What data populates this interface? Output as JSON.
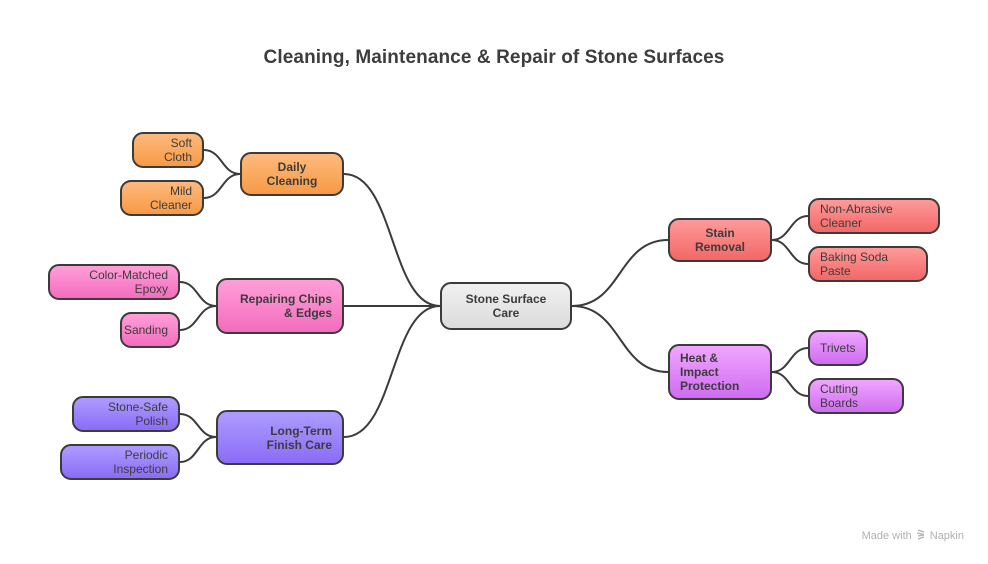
{
  "title": "Cleaning, Maintenance & Repair of Stone Surfaces",
  "root": {
    "label": "Stone Surface Care",
    "color": "#e4e4e4"
  },
  "branches": [
    {
      "label": "Daily Cleaning",
      "color": "#f9a55a",
      "children": [
        "Soft Cloth",
        "Mild Cleaner"
      ]
    },
    {
      "label": "Repairing Chips & Edges",
      "color": "#f785c9",
      "children": [
        "Color-Matched Epoxy",
        "Sanding"
      ]
    },
    {
      "label": "Long-Term Finish Care",
      "color": "#9a82fa",
      "children": [
        "Stone-Safe Polish",
        "Periodic Inspection"
      ]
    },
    {
      "label": "Stain Removal",
      "color": "#f77d7d",
      "children": [
        "Non-Abrasive Cleaner",
        "Baking Soda Paste"
      ]
    },
    {
      "label": "Heat & Impact Protection",
      "color": "#df88f7",
      "children": [
        "Trivets",
        "Cutting Boards"
      ]
    }
  ],
  "footer": {
    "made_with": "Made with",
    "brand": "Napkin",
    "logo_icon": "napkin-logo-icon"
  }
}
